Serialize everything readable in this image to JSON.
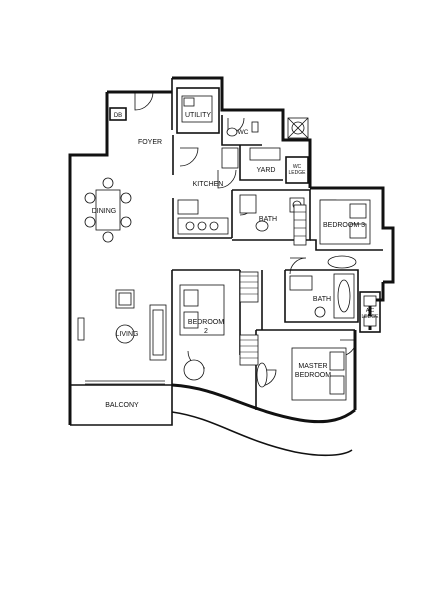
{
  "rooms": {
    "db": "DB",
    "utility": "UTILITY",
    "wc": "WC",
    "foyer": "FOYER",
    "kitchen": "KITCHEN",
    "yard": "YARD",
    "wc_ledge": "WC\nLEDGE",
    "dining": "DINING",
    "bath_1": "BATH",
    "bedroom_3": "BEDROOM 3",
    "bath_2": "BATH",
    "bedroom_2": "BEDROOM\n2",
    "living": "LIVING",
    "ac_ledge": "A/C\nLEDGE",
    "master_bedroom": "MASTER\nBEDROOM",
    "balcony": "BALCONY"
  }
}
